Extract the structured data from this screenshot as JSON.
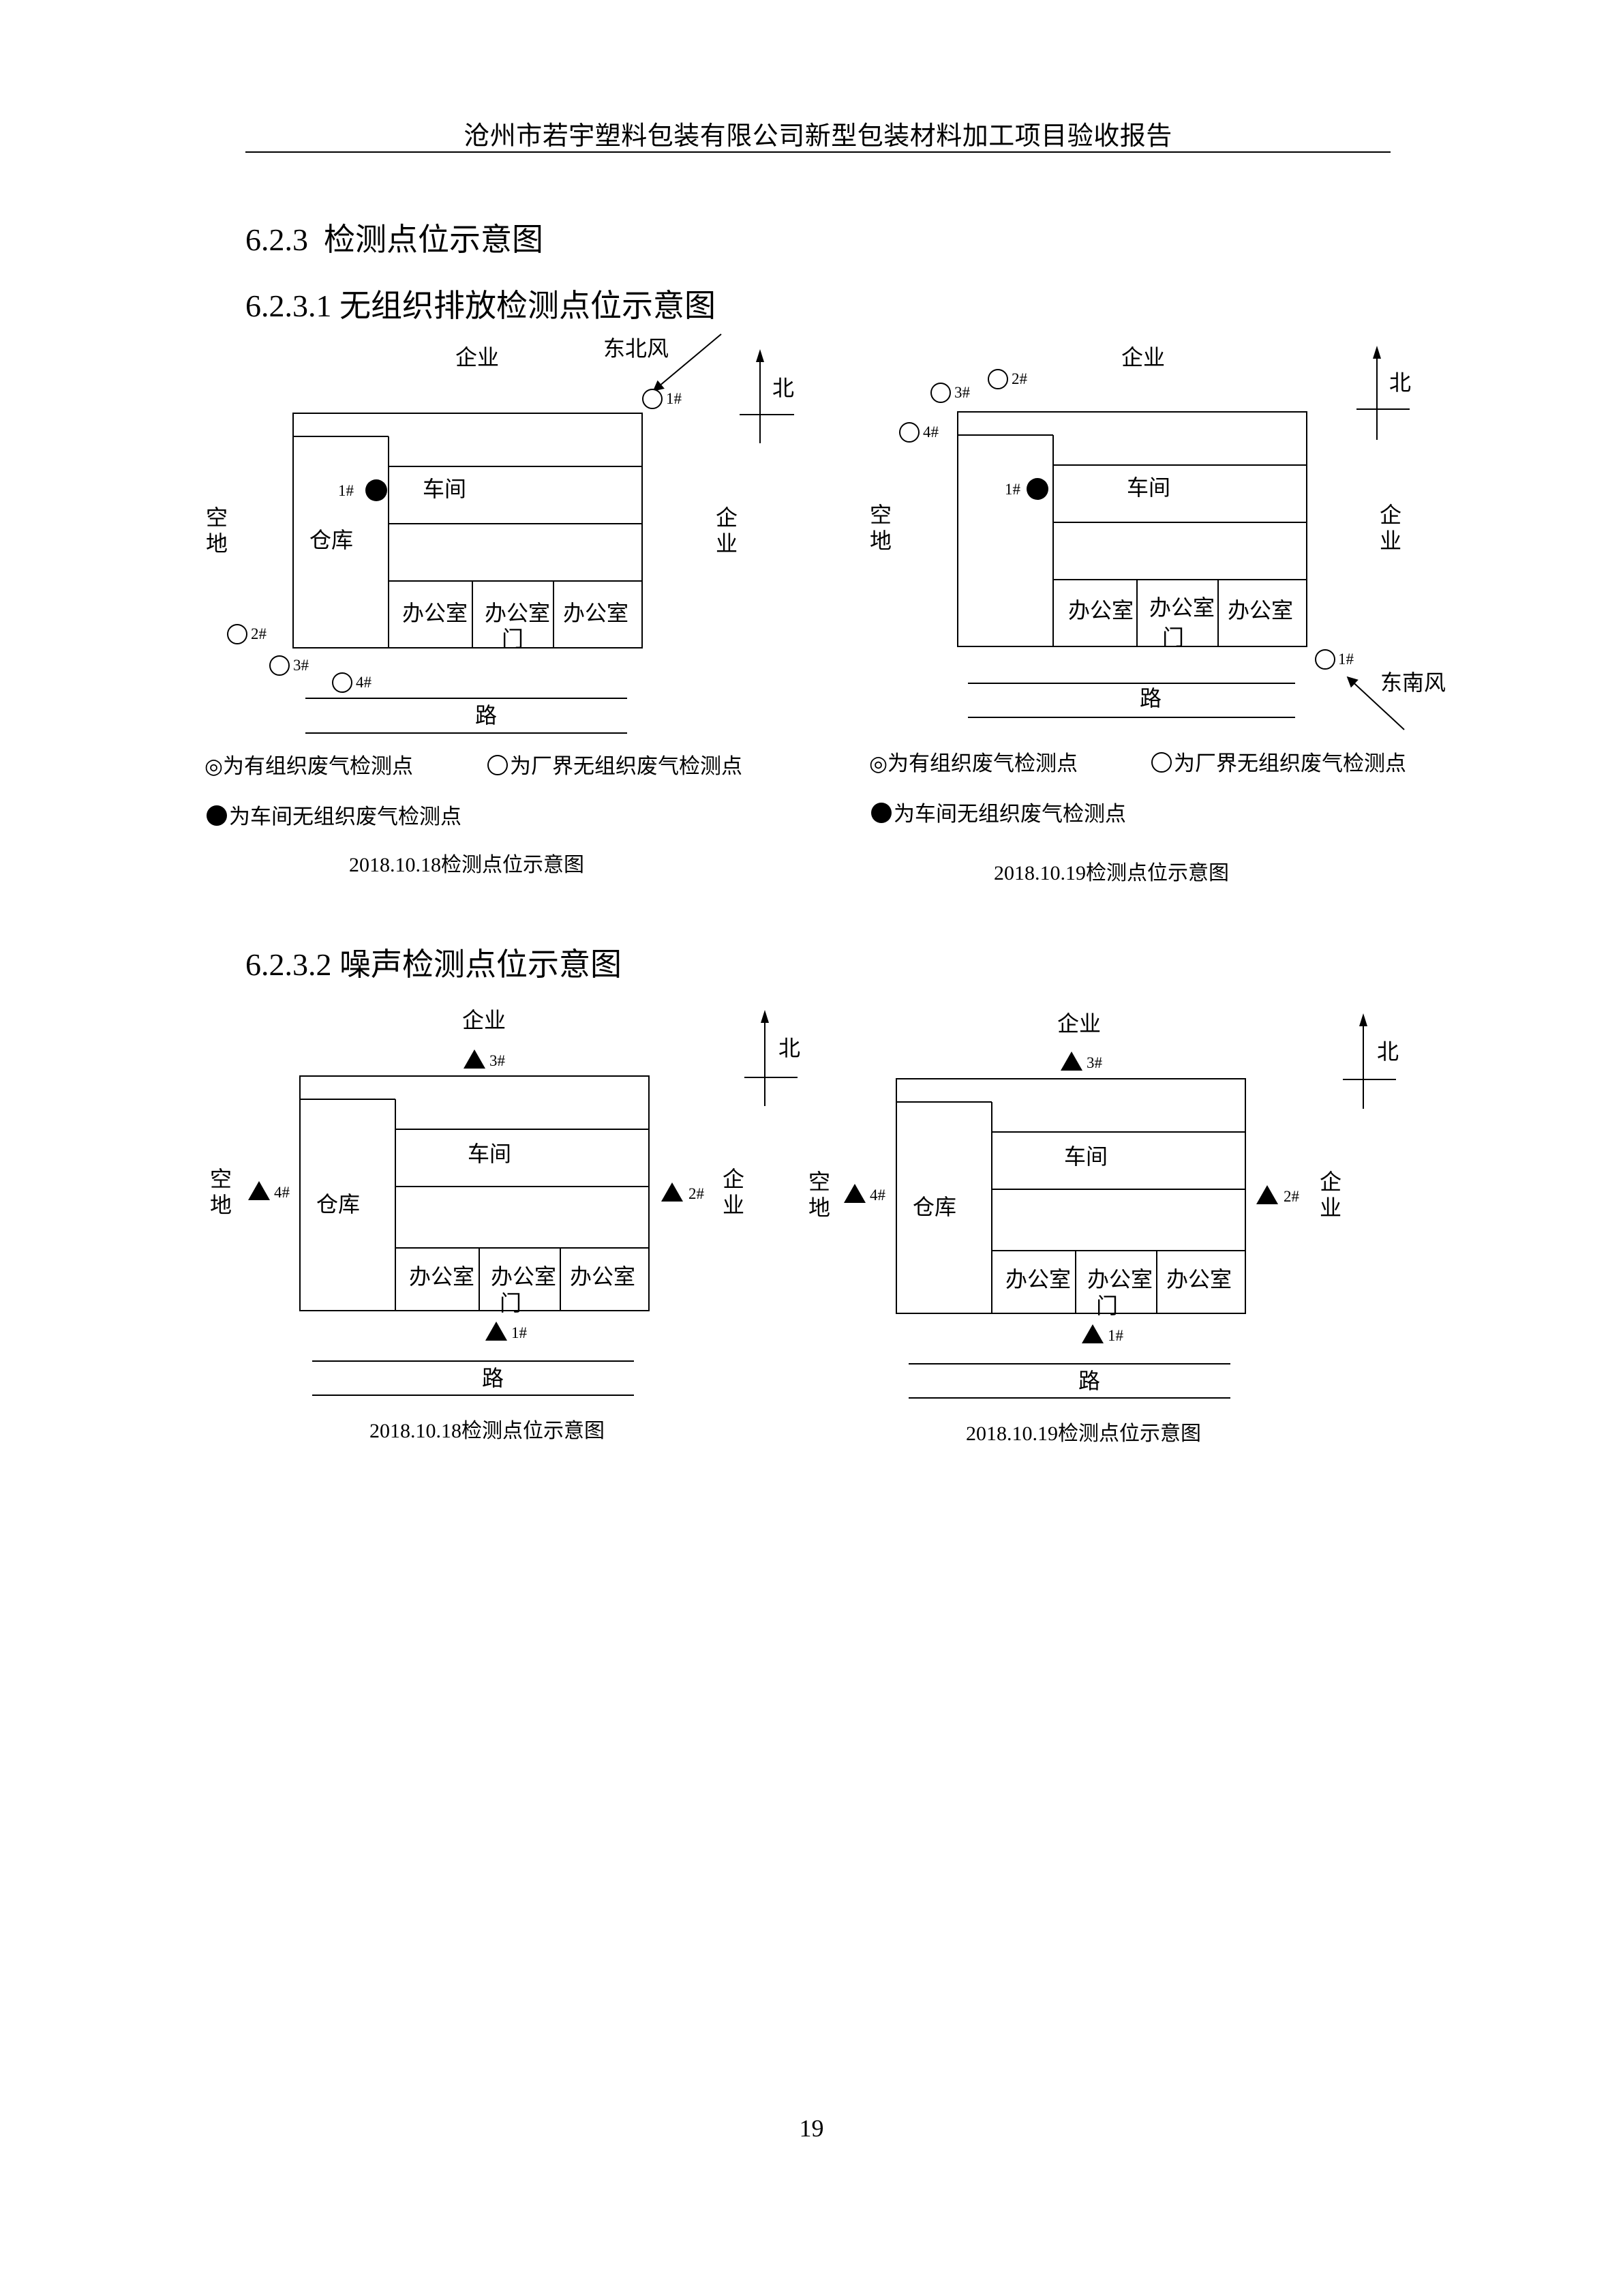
{
  "header": {
    "title": "沧州市若宇塑料包装有限公司新型包装材料加工项目验收报告"
  },
  "section": {
    "title": "6.2.3  检测点位示意图"
  },
  "subsection_1": {
    "title": "6.2.3.1 无组织排放检测点位示意图"
  },
  "subsection_2": {
    "title": "6.2.3.2 噪声检测点位示意图"
  },
  "labels": {
    "enterprise": "企业",
    "workshop": "车间",
    "warehouse": "仓库",
    "office": "办公室",
    "gate": "门",
    "road": "路",
    "vacant_top": "空",
    "vacant_bottom": "地",
    "enterprise_top": "企",
    "enterprise_bottom": "业",
    "north": "北",
    "wind_ne": "东北风",
    "wind_se": "东南风"
  },
  "points": {
    "p1": "1#",
    "p2": "2#",
    "p3": "3#",
    "p4": "4#"
  },
  "legend": {
    "organized": "◎为有组织废气检测点",
    "boundary": "为厂界无组织废气检测点",
    "workshop": "为车间无组织废气检测点"
  },
  "captions": {
    "d1018": "2018.10.18检测点位示意图",
    "d1019": "2018.10.19检测点位示意图"
  },
  "page_number": "19"
}
